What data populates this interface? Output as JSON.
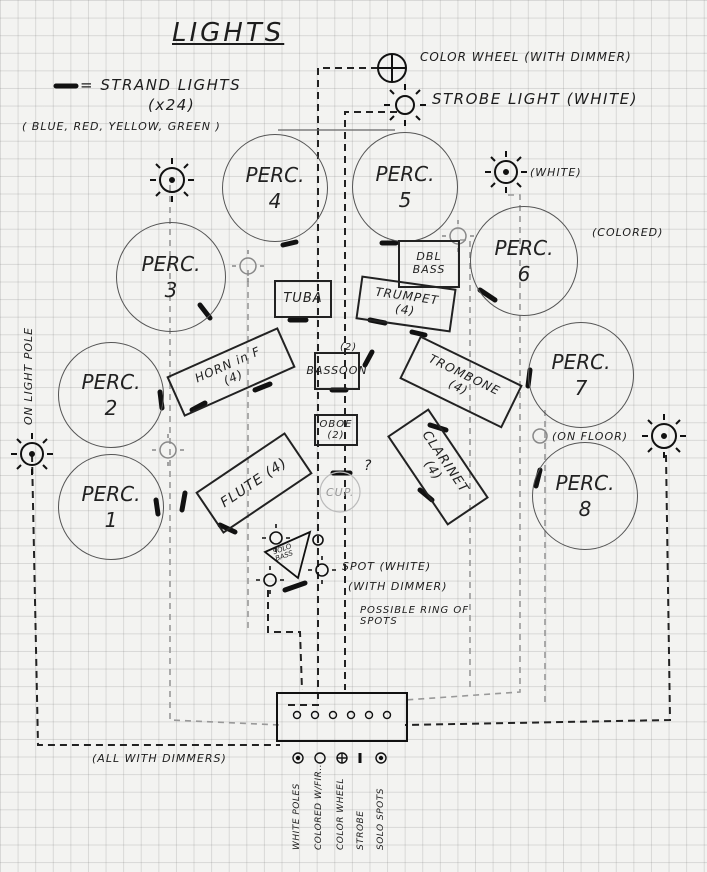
{
  "title": "LIGHTS",
  "legend": {
    "strand": "= STRAND LIGHTS",
    "count": "(x24)",
    "colors": "( BLUE, RED, YELLOW, GREEN )"
  },
  "labels": {
    "color_wheel": "COLOR WHEEL (WITH DIMMER)",
    "strobe": "STROBE LIGHT (WHITE)",
    "white": "(WHITE)",
    "colored": "(COLORED)",
    "on_floor": "(ON FLOOR)",
    "on_light_pole": "ON LIGHT POLE",
    "spot": "SPOT (WHITE)",
    "with_dimmer": "(WITH DIMMER)",
    "ring_of_spots": "POSSIBLE RING OF\nSPOTS",
    "all_with_dimmers": "(ALL WITH DIMMERS)",
    "cup": "CUP.",
    "question": "?",
    "solo_bass": "SOLO\nBASS"
  },
  "percussion": [
    {
      "label": "PERC.\n1"
    },
    {
      "label": "PERC.\n2"
    },
    {
      "label": "PERC.\n3"
    },
    {
      "label": "PERC.\n4"
    },
    {
      "label": "PERC.\n5"
    },
    {
      "label": "PERC.\n6"
    },
    {
      "label": "PERC.\n7"
    },
    {
      "label": "PERC.\n8"
    }
  ],
  "sections": {
    "tuba": "TUBA",
    "dbl_bass": "DBL\nBASS",
    "trumpet": "TRUMPET\n(4)",
    "horn": "HORN in F\n(4)",
    "bassoon": "BASSOON",
    "bassoon_count": "(2)",
    "trombone": "TROMBONE\n(4)",
    "oboe": "OBOE (2)",
    "flute": "FLUTE (4)",
    "clarinet": "CLARINET\n(4)"
  },
  "dimmer_channels": [
    "WHITE POLES",
    "COLORED W/FIR...",
    "COLOR WHEEL",
    "STROBE",
    "SOLO SPOTS"
  ]
}
